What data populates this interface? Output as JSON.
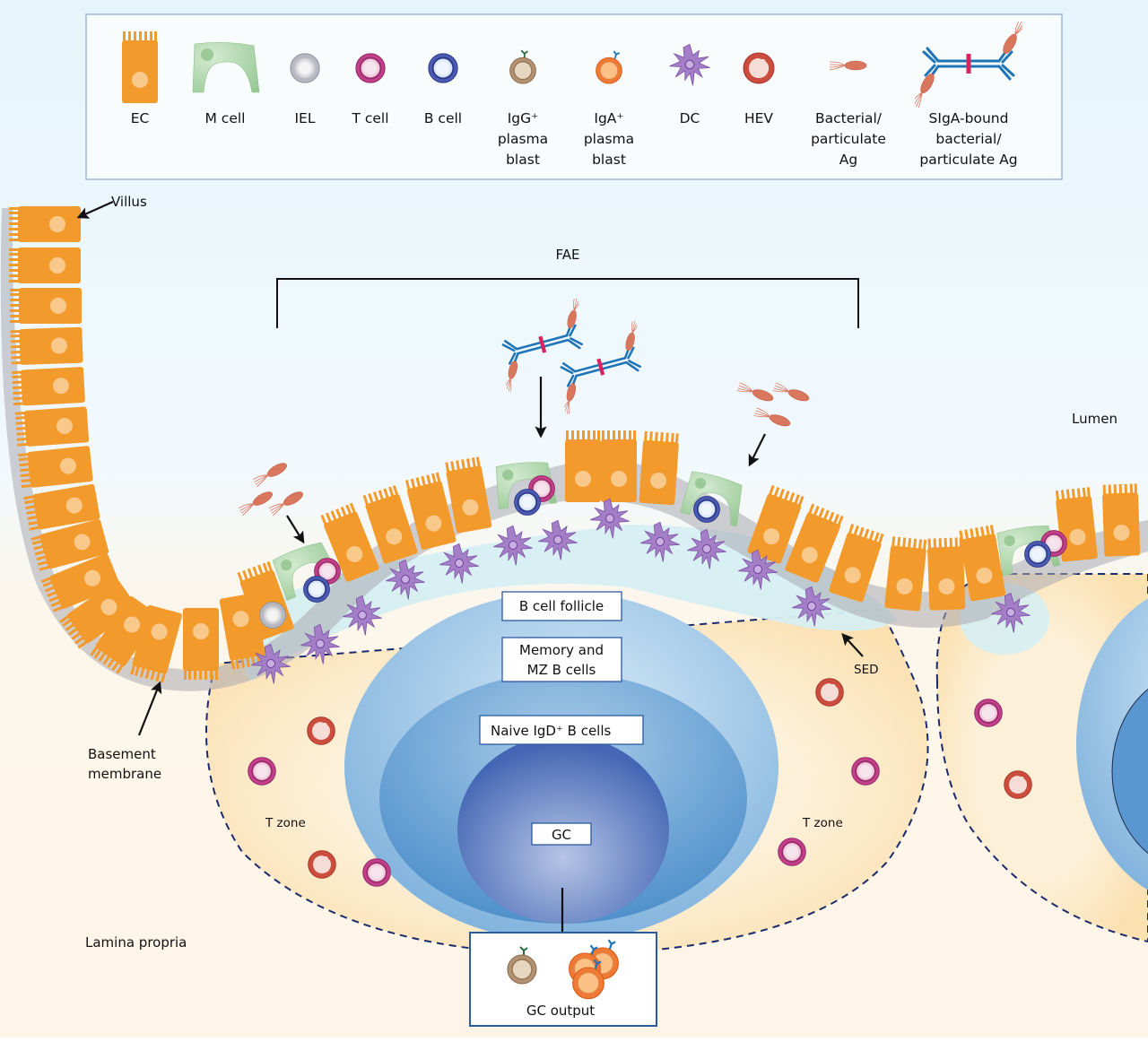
{
  "legend": {
    "items": [
      {
        "key": "ec",
        "lines": [
          "EC"
        ],
        "icon": "epithelial-cell-icon"
      },
      {
        "key": "mcell",
        "lines": [
          "M cell"
        ],
        "icon": "m-cell-icon"
      },
      {
        "key": "iel",
        "lines": [
          "IEL"
        ],
        "icon": "iel-icon"
      },
      {
        "key": "tcell",
        "lines": [
          "T cell"
        ],
        "icon": "t-cell-icon"
      },
      {
        "key": "bcell",
        "lines": [
          "B cell"
        ],
        "icon": "b-cell-icon"
      },
      {
        "key": "igg",
        "lines": [
          "IgG⁺",
          "plasma",
          "blast"
        ],
        "icon": "igg-plasmablast-icon"
      },
      {
        "key": "iga",
        "lines": [
          "IgA⁺",
          "plasma",
          "blast"
        ],
        "icon": "iga-plasmablast-icon"
      },
      {
        "key": "dc",
        "lines": [
          "DC"
        ],
        "icon": "dendritic-cell-icon"
      },
      {
        "key": "hev",
        "lines": [
          "HEV"
        ],
        "icon": "hev-icon"
      },
      {
        "key": "bact",
        "lines": [
          "Bacterial/",
          "particulate",
          "Ag"
        ],
        "icon": "bacterium-icon"
      },
      {
        "key": "siga",
        "lines": [
          "SIgA-bound",
          "bacterial/",
          "particulate Ag"
        ],
        "icon": "siga-bound-bacteria-icon"
      }
    ]
  },
  "labels": {
    "villus": "Villus",
    "fae": "FAE",
    "lumen": "Lumen",
    "basement_membrane": [
      "Basement",
      "membrane"
    ],
    "lamina_propria": "Lamina propria",
    "sed": "SED",
    "t_zone_left": "T zone",
    "t_zone_right": "T zone",
    "b_cell_follicle": "B cell follicle",
    "memory_mz": [
      "Memory and",
      "MZ B cells"
    ],
    "naive": "Naive IgD⁺ B cells",
    "gc": "GC",
    "gc_output": "GC output"
  },
  "colors": {
    "ec": "#f39a2c",
    "ec_nucleus": "#f9c98b",
    "mcell": "#a9d2a4",
    "tcell": "#b0337a",
    "bcell": "#3a4aa0",
    "dc": "#9a6fbf",
    "hev": "#c5473a",
    "bacteria": "#d9765e",
    "antibody": "#1f74b8",
    "jchain": "#d6245c",
    "follicle_outer": "#a9cde8",
    "follicle_mid": "#6ea6d6",
    "gc": "#4a72bb",
    "tzone": "#fbe3b5",
    "dashed": "#1b2a6b"
  }
}
